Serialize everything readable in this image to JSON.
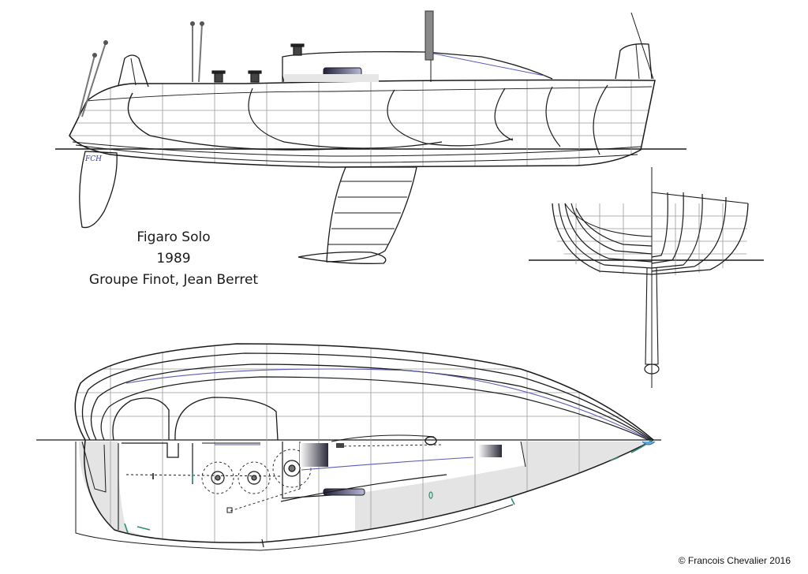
{
  "title": "Figaro Solo",
  "year": "1989",
  "designers": "Groupe Finot, Jean Berret",
  "credit": "© Francois Chevalier 2016",
  "signature": "FCH",
  "colors": {
    "line": "#1a1a1a",
    "grid": "#9a9a9a",
    "fill": "#e4e4e4",
    "accent": "#5b5bb5",
    "fitting": "#2e8b6e"
  }
}
